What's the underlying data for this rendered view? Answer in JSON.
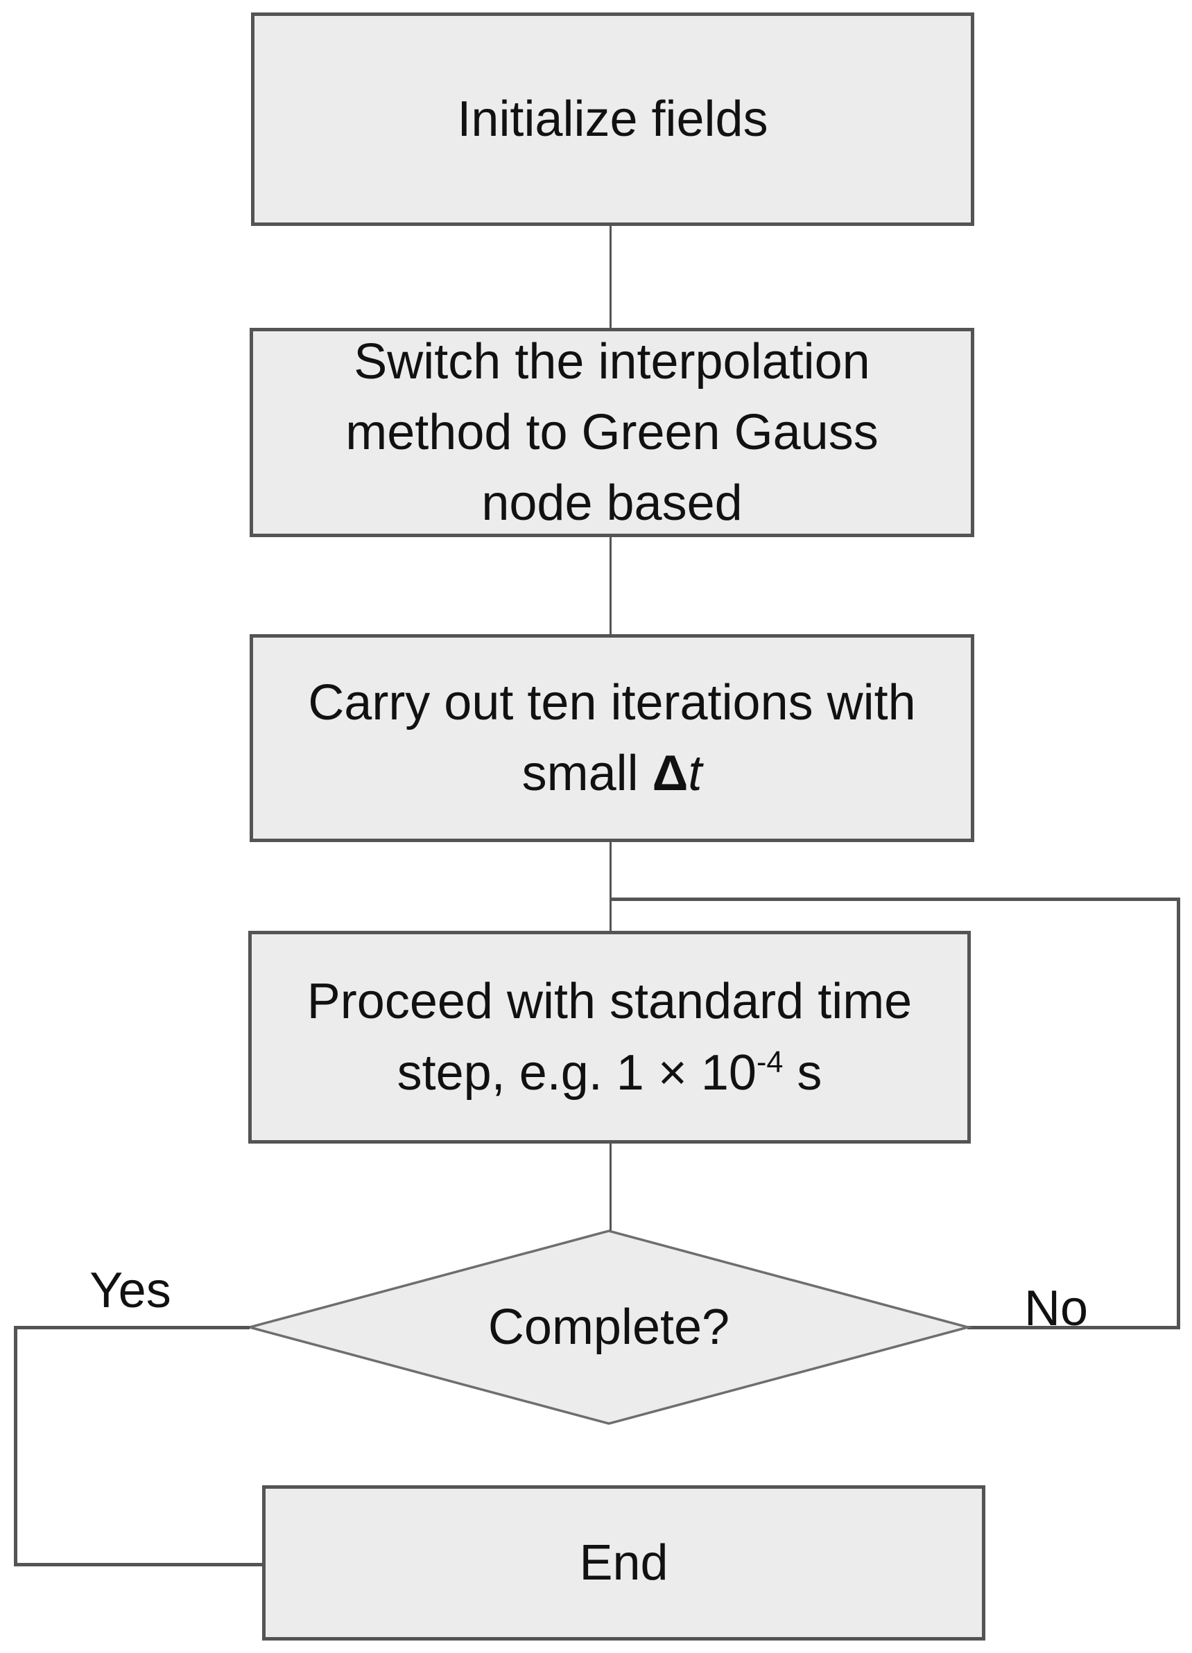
{
  "nodes": {
    "initialize": {
      "text": "Initialize fields"
    },
    "switch": {
      "lines": [
        "Switch the interpolation",
        "method to Green Gauss",
        "node based"
      ]
    },
    "iterations": {
      "line1": "Carry out ten iterations with",
      "line2_prefix": "small ",
      "delta": "Δ",
      "t_var": "t"
    },
    "proceed": {
      "line1": "Proceed with standard time",
      "line2_prefix": "step, e.g. 1 × 10",
      "exponent": "-4",
      "line2_suffix": " s"
    },
    "decision": {
      "text": "Complete?"
    },
    "end": {
      "text": "End"
    }
  },
  "labels": {
    "yes": "Yes",
    "no": "No"
  },
  "colors": {
    "node_fill": "#ececec",
    "node_border": "#545454",
    "line": "#545454",
    "diamond_stroke": "#6e6e6e",
    "text": "#111111"
  }
}
